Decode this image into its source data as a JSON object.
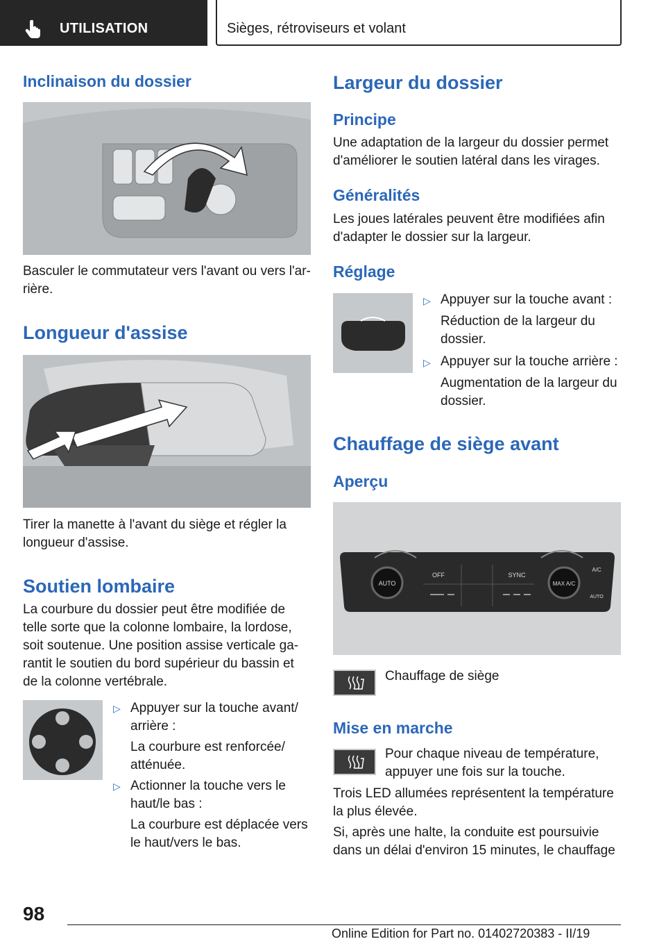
{
  "header": {
    "section": "UTILISATION",
    "title": "Sièges, rétroviseurs et volant",
    "icon": "hand-pointer-icon"
  },
  "left": {
    "recline": {
      "heading": "Inclinaison du dossier",
      "image": "seat-switch-recline-image",
      "text": "Basculer le commutateur vers l'avant ou vers l'ar-rière."
    },
    "seat_length": {
      "heading": "Longueur d'assise",
      "image": "seat-length-lever-image",
      "text": "Tirer la manette à l'avant du siège et régler la longueur d'assise."
    },
    "lumbar": {
      "heading": "Soutien lombaire",
      "intro": "La courbure du dossier peut être modifiée de telle sorte que la colonne lombaire, la lordose, soit soutenue. Une position assise verticale ga-rantit le soutien du bord supérieur du bassin et de la colonne vertébrale.",
      "image": "lumbar-button-image",
      "bullets": [
        {
          "action": "Appuyer sur la touche avant/ arrière :",
          "result": "La courbure est renforcée/ atténuée."
        },
        {
          "action": "Actionner la touche vers le haut/le bas :",
          "result": "La courbure est déplacée vers le haut/vers le bas."
        }
      ]
    }
  },
  "right": {
    "backrest_width": {
      "heading": "Largeur du dossier",
      "principle_heading": "Principe",
      "principle_text": "Une adaptation de la largeur du dossier permet d'améliorer le soutien latéral dans les virages.",
      "general_heading": "Généralités",
      "general_text": "Les joues latérales peuvent être modifiées afin d'adapter le dossier sur la largeur.",
      "adjust_heading": "Réglage",
      "image": "width-button-image",
      "bullets": [
        {
          "action": "Appuyer sur la touche avant :",
          "result": "Réduction de la largeur du dossier."
        },
        {
          "action": "Appuyer sur la touche arrière :",
          "result": "Augmentation de la largeur du dossier."
        }
      ]
    },
    "seat_heating": {
      "heading": "Chauffage de siège avant",
      "overview_heading": "Aperçu",
      "panel_image": "climate-control-panel-image",
      "panel_labels": [
        "AUTO",
        "OFF",
        "SYNC",
        "MAX A/C",
        "A/C",
        "AUTO"
      ],
      "legend_text": "Chauffage de siège",
      "switch_on_heading": "Mise en marche",
      "switch_on_text": "Pour chaque niveau de température, appuyer une fois sur la touche.",
      "led_text": "Trois LED allumées représentent la température la plus élevée.",
      "continue_text": "Si, après une halte, la conduite est poursuivie dans un délai d'environ 15 minutes, le chauffage"
    }
  },
  "footer": {
    "page_number": "98",
    "edition": "Online Edition for Part no. 01402720383 - II/19"
  },
  "colors": {
    "heading_blue": "#2b67b8",
    "header_dark": "#262626",
    "image_grey": "#c9ccce"
  }
}
